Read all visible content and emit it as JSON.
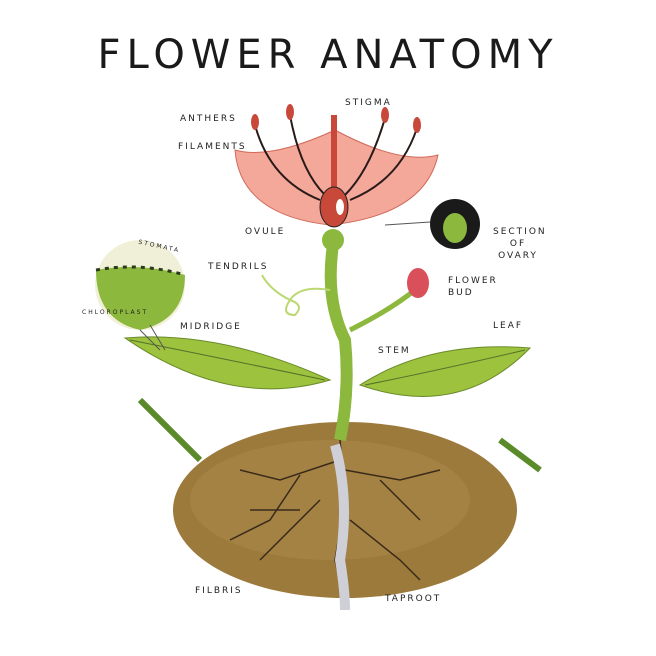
{
  "title": "FLOWER ANATOMY",
  "labels": {
    "stigma": "STIGMA",
    "anthers": "ANTHERS",
    "filaments": "FILAMENTS",
    "ovule": "OVULE",
    "section_of_ovary": "SECTION OF OVARY",
    "tendrils": "TENDRILS",
    "flower_bud": "FLOWER BUD",
    "stomata": "STOMATA",
    "chloroplast": "CHLOROPLAST",
    "midridge": "MIDRIDGE",
    "leaf": "LEAF",
    "stem": "STEM",
    "filbris": "FILBRIS",
    "taproot": "TAPROOT"
  },
  "colors": {
    "petal": "#f4a89a",
    "stem": "#8cb83e",
    "soil": "#9c7a3c",
    "leaf": "#9cc23e"
  }
}
